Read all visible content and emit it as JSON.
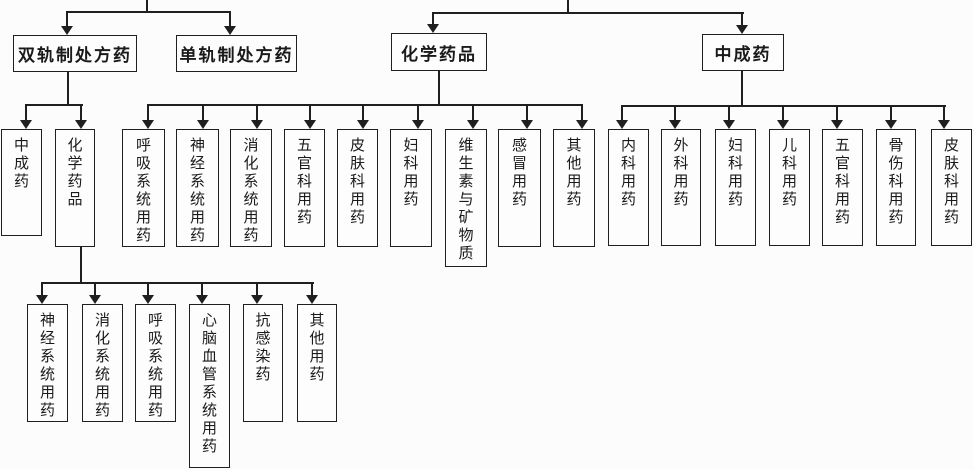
{
  "diagram_type": "drug-classification-tree",
  "colors": {
    "line": "#1f1f1f",
    "box_border": "#1f1f1f",
    "text": "#1a1a1a",
    "background": "#fcfcfc"
  },
  "nodes": {
    "dual_track": "双轨制处方药",
    "single_track": "单轨制处方药",
    "chemical": "化学药品",
    "tcm": "中成药",
    "dual_children": [
      "中成药",
      "化学药品"
    ],
    "chemical_children": [
      "呼吸系统用药",
      "神经系统用药",
      "消化系统用药",
      "五官科用药",
      "皮肤科用药",
      "妇科用药",
      "维生素与矿物质",
      "感冒用药",
      "其他用药"
    ],
    "tcm_children": [
      "内科用药",
      "外科用药",
      "妇科用药",
      "儿科用药",
      "五官科用药",
      "骨伤科用药",
      "皮肤科用药"
    ],
    "chem_sub_children": [
      "神经系统用药",
      "消化系统用药",
      "呼吸系统用药",
      "心脑血管系统用药",
      "抗感染药",
      "其他用药"
    ]
  }
}
